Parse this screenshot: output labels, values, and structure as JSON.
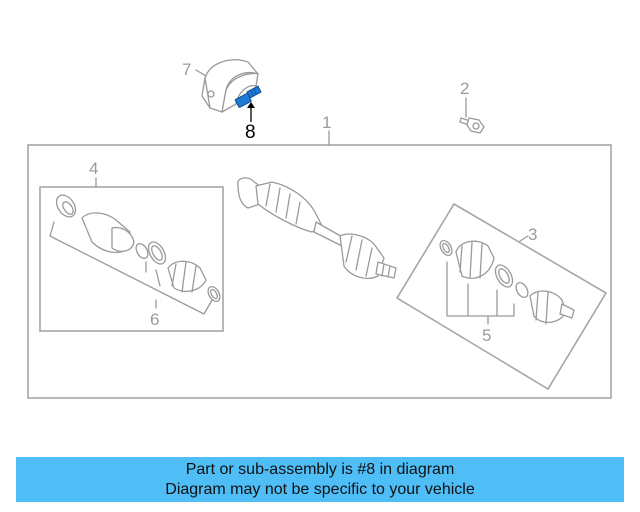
{
  "callouts": {
    "c1": "1",
    "c2": "2",
    "c3": "3",
    "c4": "4",
    "c5": "5",
    "c6": "6",
    "c7": "7",
    "c8": "8"
  },
  "highlight_color": "#1e7bd6",
  "banner": {
    "line1": "Part or sub-assembly is #8 in diagram",
    "line2": "Diagram may not be specific to your vehicle",
    "background": "#4fbef7"
  }
}
